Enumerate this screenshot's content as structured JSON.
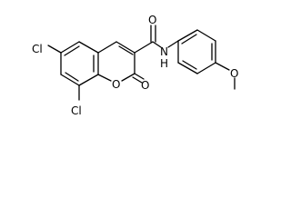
{
  "molecule": {
    "atoms": {
      "cl_top": "Cl",
      "cl_bottom": "Cl",
      "o_ring": "O",
      "o_carbonyl": "O",
      "o_amide": "O",
      "n_amide": "N",
      "n_hydrogen": "H",
      "o_methoxy": "O"
    },
    "line_color": "#000000",
    "background": "#ffffff"
  }
}
